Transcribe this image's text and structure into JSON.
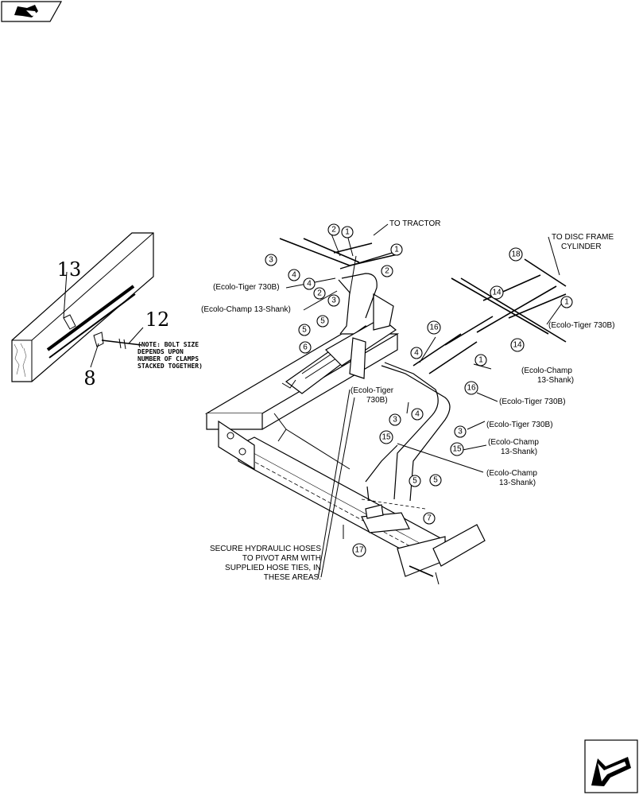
{
  "callouts": {
    "c1a": "1",
    "c1b": "1",
    "c1c": "1",
    "c1d": "1",
    "c2a": "2",
    "c2b": "2",
    "c2c": "2",
    "c3a": "3",
    "c3b": "3",
    "c3c": "3",
    "c3d": "3",
    "c4a": "4",
    "c4b": "4",
    "c4c": "4",
    "c4d": "4",
    "c5a": "5",
    "c5b": "5",
    "c5c": "5",
    "c5d": "5",
    "c6": "6",
    "c7": "7",
    "c14a": "14",
    "c14b": "14",
    "c15a": "15",
    "c15b": "15",
    "c16a": "16",
    "c16b": "16",
    "c17": "17",
    "c18": "18"
  },
  "labels": {
    "to_tractor": "TO TRACTOR",
    "to_disc_1": "TO DISC FRAME",
    "to_disc_2": "CYLINDER",
    "tiger_a": "(Ecolo-Tiger 730B)",
    "champ_a": "(Ecolo-Champ 13-Shank)",
    "tiger_b": "(Ecolo-Tiger 730B)",
    "champ_b1": "(Ecolo-Champ",
    "champ_b2": "13-Shank)",
    "tiger_c": "(Ecolo-Tiger 730B)",
    "tiger_d1": "(Ecolo-Tiger",
    "tiger_d2": "730B)",
    "tiger_e": "(Ecolo-Tiger 730B)",
    "champ_c1": "(Ecolo-Champ",
    "champ_c2": "13-Shank)",
    "champ_d1": "(Ecolo-Champ",
    "champ_d2": "13-Shank)",
    "secure_1": "SECURE HYDRAULIC HOSES",
    "secure_2": "TO PIVOT ARM WITH",
    "secure_3": "SUPPLIED HOSE TIES, IN",
    "secure_4": "THESE AREAS."
  },
  "inset": {
    "n13": "13",
    "n12": "12",
    "n8": "8",
    "note_1": "(NOTE: BOLT SIZE",
    "note_2": "DEPENDS UPON",
    "note_3": "NUMBER OF CLAMPS",
    "note_4": "STACKED TOGETHER)"
  },
  "icons": {
    "top_left": "parts-book-icon",
    "bottom_right": "next-page-arrow-icon"
  }
}
